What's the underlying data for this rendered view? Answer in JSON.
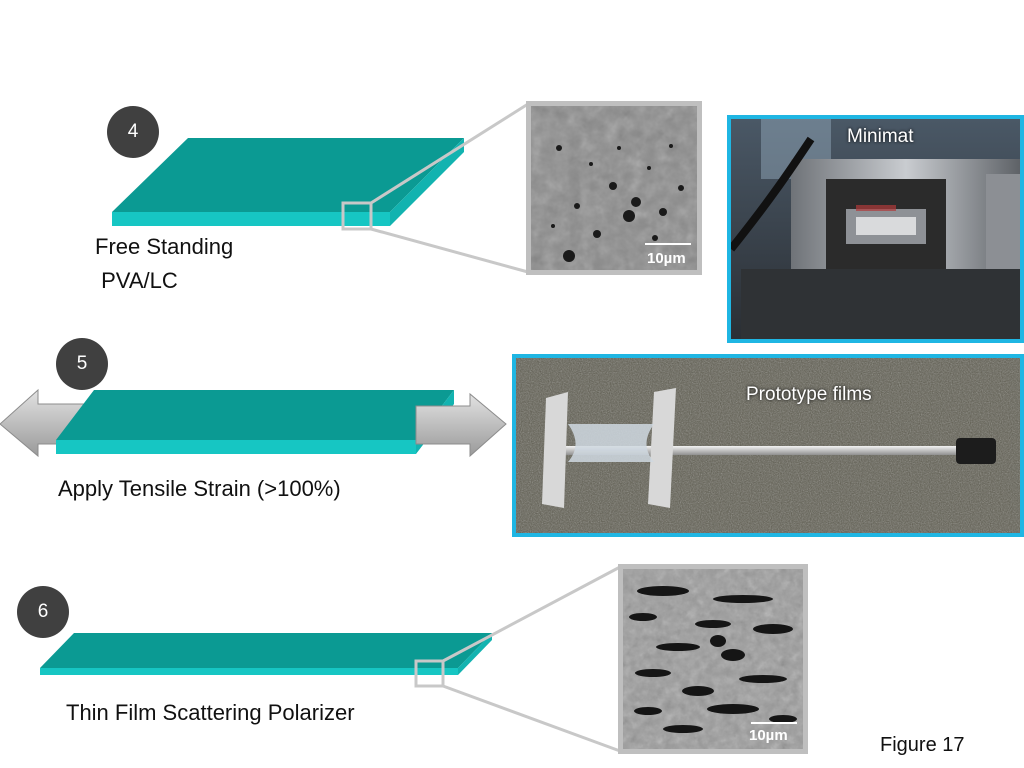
{
  "colors": {
    "film_top": "#0b9a93",
    "film_edge": "#16c6c3",
    "photo_border": "#1fb6e3",
    "step_circle": "#404040",
    "sem_border": "#bfbfbf"
  },
  "steps": [
    {
      "number": "4",
      "label_line1": "Free Standing",
      "label_line2": " PVA/LC"
    },
    {
      "number": "5",
      "label": "Apply Tensile Strain (>100%)"
    },
    {
      "number": "6",
      "label": "Thin Film Scattering Polarizer"
    }
  ],
  "sem_images": [
    {
      "scale": "10µm"
    },
    {
      "scale": "10µm"
    }
  ],
  "photos": [
    {
      "caption": "Minimat"
    },
    {
      "caption": "Prototype films"
    }
  ],
  "figure_label": "Figure 17"
}
